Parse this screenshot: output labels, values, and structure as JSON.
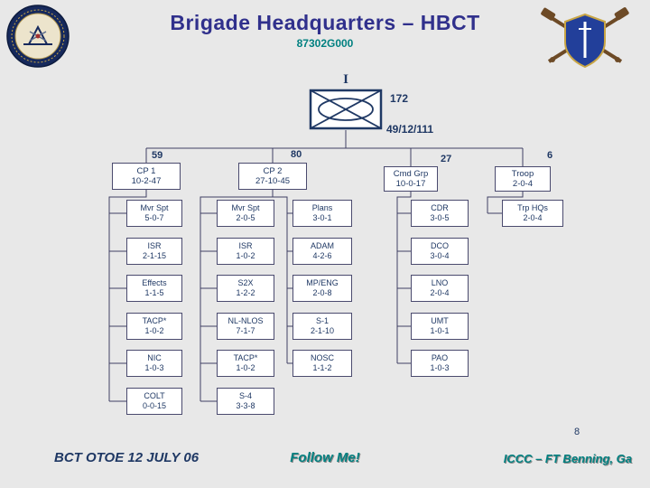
{
  "slide": {
    "title": "Brigade Headquarters – HBCT",
    "subtitle": "87302G000",
    "page_number": "8"
  },
  "unit_symbol": {
    "echelon": "I",
    "designation": "172",
    "strength": "49/12/111"
  },
  "org": {
    "columns": [
      {
        "label": "CP 1",
        "value": "10-2-47",
        "count": "59",
        "children": [
          {
            "label": "Mvr Spt",
            "value": "5-0-7"
          },
          {
            "label": "ISR",
            "value": "2-1-15"
          },
          {
            "label": "Effects",
            "value": "1-1-5"
          },
          {
            "label": "TACP*",
            "value": "1-0-2"
          },
          {
            "label": "NIC",
            "value": "1-0-3"
          },
          {
            "label": "COLT",
            "value": "0-0-15"
          }
        ]
      },
      {
        "label": "CP 2",
        "value": "27-10-45",
        "count": "80",
        "children": [
          {
            "label": "Mvr Spt",
            "value": "2-0-5"
          },
          {
            "label": "ISR",
            "value": "1-0-2"
          },
          {
            "label": "S2X",
            "value": "1-2-2"
          },
          {
            "label": "NL-NLOS",
            "value": "7-1-7"
          },
          {
            "label": "TACP*",
            "value": "1-0-2"
          },
          {
            "label": "S-4",
            "value": "3-3-8"
          }
        ]
      },
      {
        "children": [
          {
            "label": "Plans",
            "value": "3-0-1"
          },
          {
            "label": "ADAM",
            "value": "4-2-6"
          },
          {
            "label": "MP/ENG",
            "value": "2-0-8"
          },
          {
            "label": "S-1",
            "value": "2-1-10"
          },
          {
            "label": "NOSC",
            "value": "1-1-2"
          }
        ]
      },
      {
        "label": "Cmd Grp",
        "value": "10-0-17",
        "count": "27",
        "children": [
          {
            "label": "CDR",
            "value": "3-0-5"
          },
          {
            "label": "DCO",
            "value": "3-0-4"
          },
          {
            "label": "LNO",
            "value": "2-0-4"
          },
          {
            "label": "UMT",
            "value": "1-0-1"
          },
          {
            "label": "PAO",
            "value": "1-0-3"
          }
        ]
      },
      {
        "label": "Troop",
        "value": "2-0-4",
        "count": "6",
        "children": [
          {
            "label": "Trp HQs",
            "value": "2-0-4"
          }
        ]
      }
    ]
  },
  "footer": {
    "left": "BCT OTOE 12 JULY 06",
    "center": "Follow Me!",
    "right": "ICCC – FT Benning, Ga"
  },
  "colors": {
    "navy": "#1f3864",
    "title_blue": "#30308c",
    "teal": "#008080"
  }
}
